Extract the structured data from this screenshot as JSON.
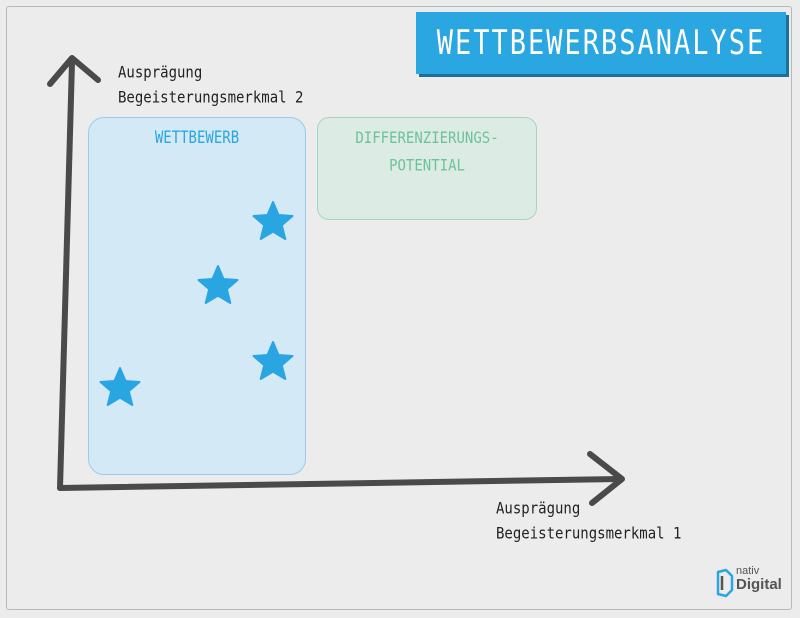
{
  "title": "WETTBEWERBSANALYSE",
  "axes": {
    "y_label_line1": "Ausprägung",
    "y_label_line2": "Begeisterungsmerkmal 2",
    "x_label_line1": "Ausprägung",
    "x_label_line2": "Begeisterungsmerkmal 1"
  },
  "zones": {
    "competition": "WETTBEWERB",
    "differentiation_line1": "DIFFERENZIERUNGS-",
    "differentiation_line2": "POTENTIAL"
  },
  "colors": {
    "accent": "#2aa6e0",
    "star": "#29a5e2",
    "axis": "#4a4a4a",
    "competition_zone": "#d3e9f6",
    "differentiation_zone": "#dcebe3",
    "differentiation_text": "#6cc39a"
  },
  "stars": [
    {
      "name": "competitor-star"
    },
    {
      "name": "competitor-star"
    },
    {
      "name": "competitor-star"
    },
    {
      "name": "competitor-star"
    }
  ],
  "logo": {
    "line1": "nativ",
    "line2": "Digital",
    "icon": "nativ-digital-logo-icon"
  }
}
